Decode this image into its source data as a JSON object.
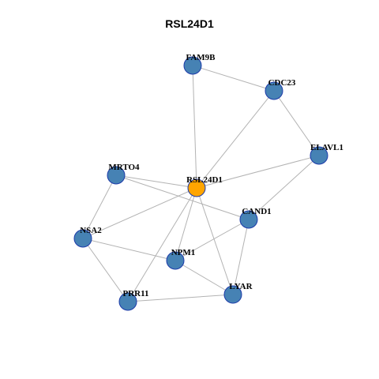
{
  "title": "RSL24D1",
  "colors": {
    "center_node": "#FFA500",
    "neighbor_node": "#4682B4",
    "node_border": "#1C3AA9",
    "edge": "#B3B3B3"
  },
  "nodes": [
    {
      "id": "FAM9B",
      "label": "FAM9B",
      "role": "neighbor"
    },
    {
      "id": "CDC23",
      "label": "CDC23",
      "role": "neighbor"
    },
    {
      "id": "ELAVL1",
      "label": "ELAVL1",
      "role": "neighbor"
    },
    {
      "id": "MRTO4",
      "label": "MRTO4",
      "role": "neighbor"
    },
    {
      "id": "RSL24D1",
      "label": "RSL24D1",
      "role": "center"
    },
    {
      "id": "CAND1",
      "label": "CAND1",
      "role": "neighbor"
    },
    {
      "id": "NSA2",
      "label": "NSA2",
      "role": "neighbor"
    },
    {
      "id": "NPM1",
      "label": "NPM1",
      "role": "neighbor"
    },
    {
      "id": "LYAR",
      "label": "LYAR",
      "role": "neighbor"
    },
    {
      "id": "PRR11",
      "label": "PRR11",
      "role": "neighbor"
    }
  ],
  "edges": [
    [
      "FAM9B",
      "CDC23"
    ],
    [
      "FAM9B",
      "RSL24D1"
    ],
    [
      "CDC23",
      "RSL24D1"
    ],
    [
      "CDC23",
      "ELAVL1"
    ],
    [
      "ELAVL1",
      "RSL24D1"
    ],
    [
      "ELAVL1",
      "CAND1"
    ],
    [
      "MRTO4",
      "RSL24D1"
    ],
    [
      "MRTO4",
      "CAND1"
    ],
    [
      "MRTO4",
      "NSA2"
    ],
    [
      "RSL24D1",
      "NSA2"
    ],
    [
      "RSL24D1",
      "NPM1"
    ],
    [
      "RSL24D1",
      "LYAR"
    ],
    [
      "RSL24D1",
      "PRR11"
    ],
    [
      "CAND1",
      "NPM1"
    ],
    [
      "CAND1",
      "LYAR"
    ],
    [
      "NSA2",
      "NPM1"
    ],
    [
      "NSA2",
      "PRR11"
    ],
    [
      "NPM1",
      "LYAR"
    ],
    [
      "PRR11",
      "LYAR"
    ]
  ]
}
